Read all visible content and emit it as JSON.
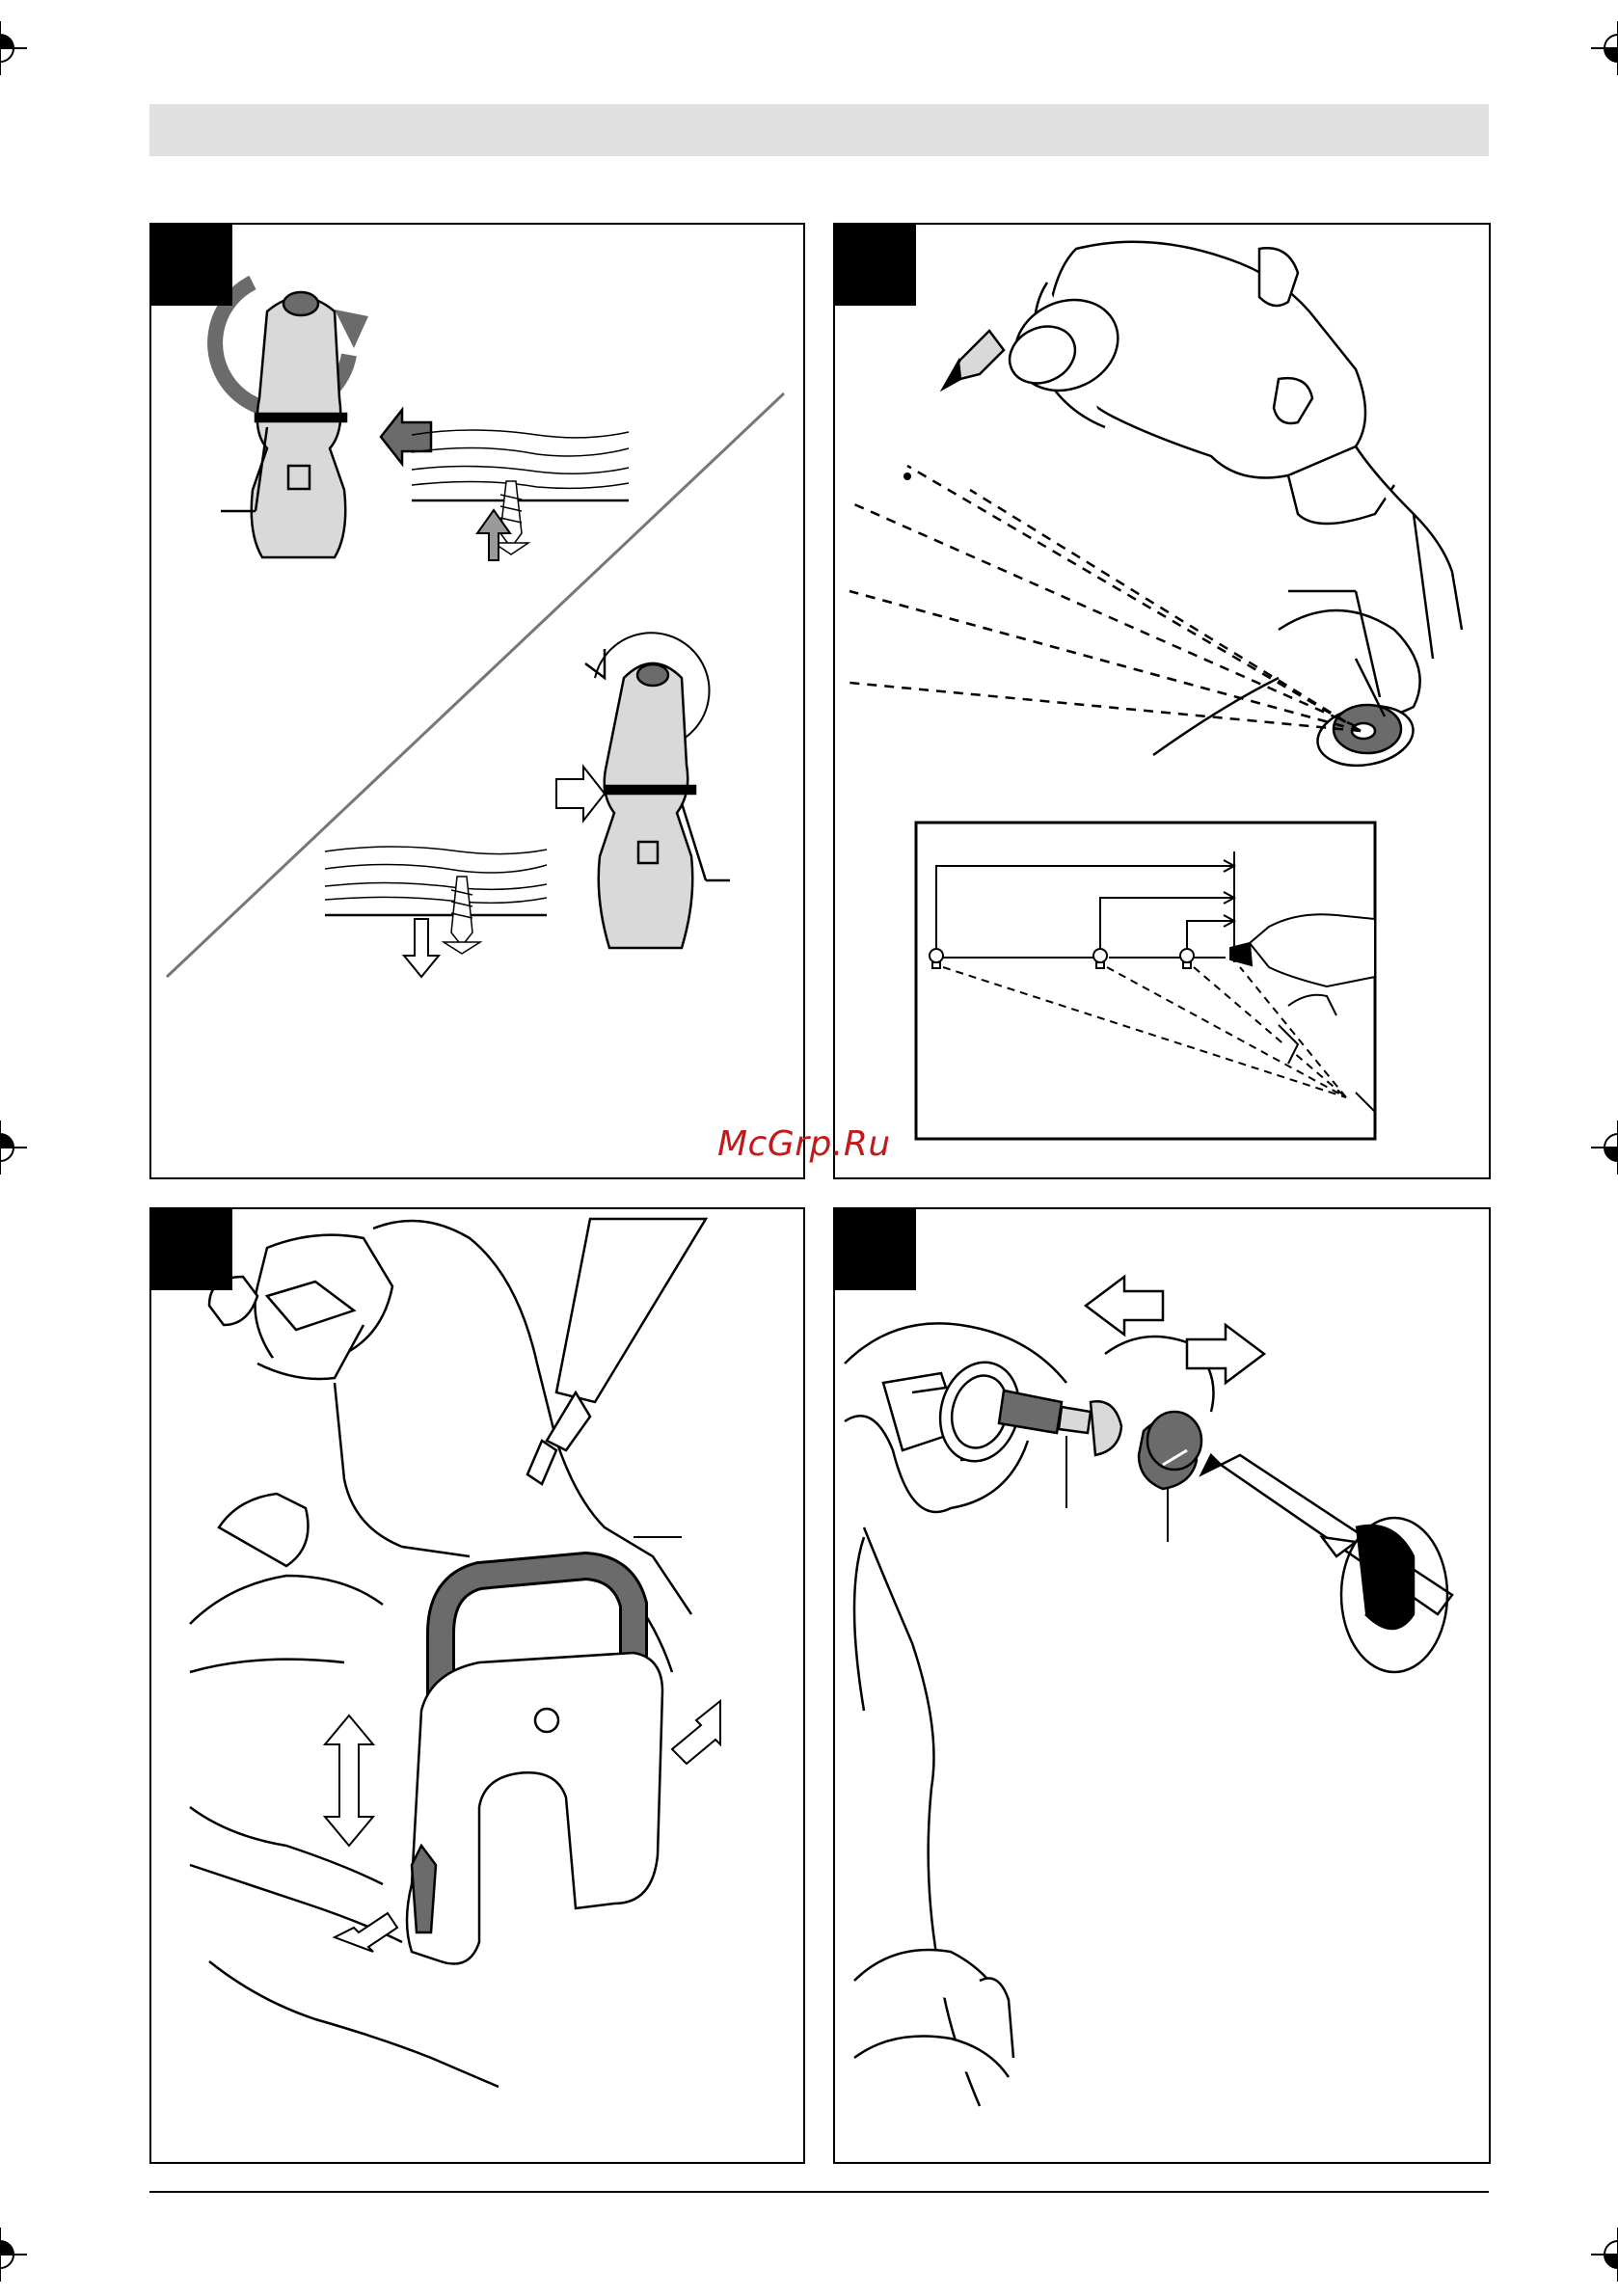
{
  "watermark": {
    "text": "McGrp.Ru",
    "color": "#c21a1a"
  },
  "header": {
    "bar_color": "#e0e0e0"
  },
  "figures": [
    {
      "id": "figure-1",
      "subject": "rotation-direction-switch",
      "icons": [
        "clockwise-arrow-icon",
        "counterclockwise-arrow-icon",
        "press-arrow-icon",
        "screw-in-icon",
        "screw-out-icon"
      ]
    },
    {
      "id": "figure-2",
      "subject": "work-light",
      "icons": [
        "lamp-icon",
        "light-beam-icon"
      ]
    },
    {
      "id": "figure-3",
      "subject": "belt-clip",
      "icons": [
        "slide-up-arrow-icon",
        "slide-down-arrow-icon",
        "press-arrow-icon"
      ]
    },
    {
      "id": "figure-4",
      "subject": "carbon-brush-replacement",
      "icons": [
        "insert-arrow-icon",
        "remove-arrow-icon",
        "screwdriver-icon",
        "rotate-arrow-icon"
      ]
    }
  ],
  "colors": {
    "panel_tag": "#000000",
    "illustration_fill": "#d9d9d9",
    "dark_part": "#6b6b6b"
  }
}
